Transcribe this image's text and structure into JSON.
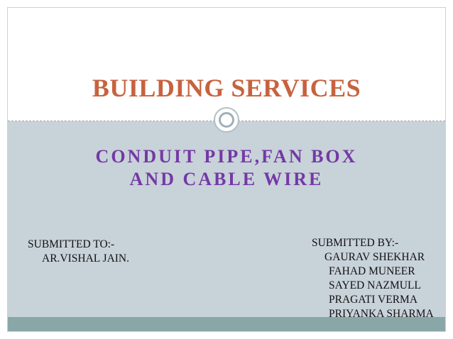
{
  "slide": {
    "title": "BUILDING SERVICES",
    "subtitle_line1": "CONDUIT PIPE,FAN BOX",
    "subtitle_line2": "AND CABLE WIRE",
    "submitted_to": {
      "label": "SUBMITTED TO:-",
      "name": "AR.VISHAL JAIN."
    },
    "submitted_by": {
      "label": "SUBMITTED BY:-",
      "members": [
        "GAURAV SHEKHAR",
        "FAHAD MUNEER",
        "SAYED NAZMULL",
        "PRAGATI VERMA",
        "PRIYANKA SHARMA"
      ]
    }
  },
  "colors": {
    "title": "#c7623f",
    "subtitle": "#7439a5",
    "lower_panel": "#c8d2d9",
    "footer_bar": "#8aa7a8"
  }
}
